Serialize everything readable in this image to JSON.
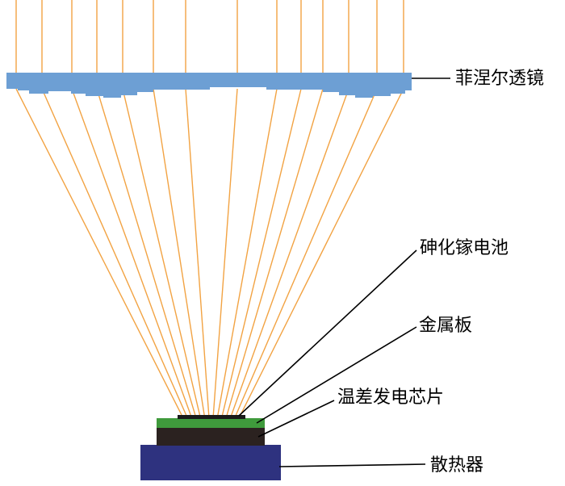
{
  "labels": {
    "fresnel_lens": "菲涅尔透镜",
    "gaas_cell": "砷化镓电池",
    "metal_plate": "金属板",
    "teg_chip": "温差发电芯片",
    "heat_sink": "散热器"
  },
  "colors": {
    "ray": "#f2a343",
    "lens": "#6d9fd4",
    "gaas_cell": "#1a1a1a",
    "metal_plate": "#3f9a3c",
    "teg_chip": "#2b2220",
    "heat_sink": "#2e327f",
    "leader": "#000000"
  }
}
